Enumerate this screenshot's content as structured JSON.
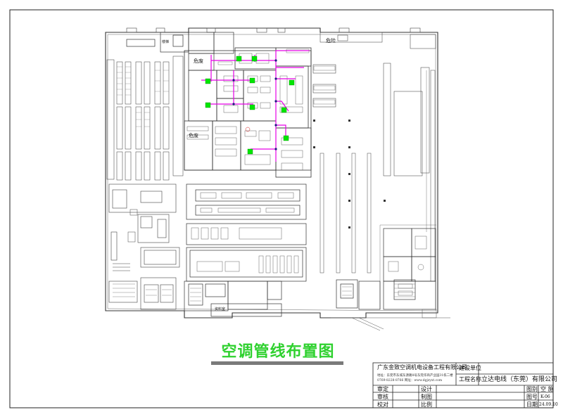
{
  "drawing_title": "空调管线布置图",
  "room_labels": {
    "dangerous_a": "危废",
    "dangerous_b": "危废",
    "dangerous_c": "危险",
    "stair": "楼梯",
    "room_side": "资料室"
  },
  "title_block": {
    "company_name": "广东金致空调机电设备工程有限公司",
    "company_address": "地址：东莞市东城东源路8号东莞华商产业园31栋二楼",
    "company_contact": "0769-8228-8766    网址：www.dgjzyxt.com",
    "build_unit_label": "建设单位",
    "project_name_label": "工程名称",
    "project_name_value": "立达电线（东莞）有限公司",
    "rows": [
      {
        "left_label": "审定",
        "mid_label": "设计"
      },
      {
        "left_label": "审核",
        "mid_label": "制图"
      },
      {
        "left_label": "校对",
        "mid_label": "比例"
      }
    ],
    "drawing_category_label": "图别",
    "drawing_category_value": "空 施",
    "drawing_number_label": "图号",
    "drawing_number_value": "K-06",
    "date_label": "日期",
    "date_value": "24.09.10"
  }
}
